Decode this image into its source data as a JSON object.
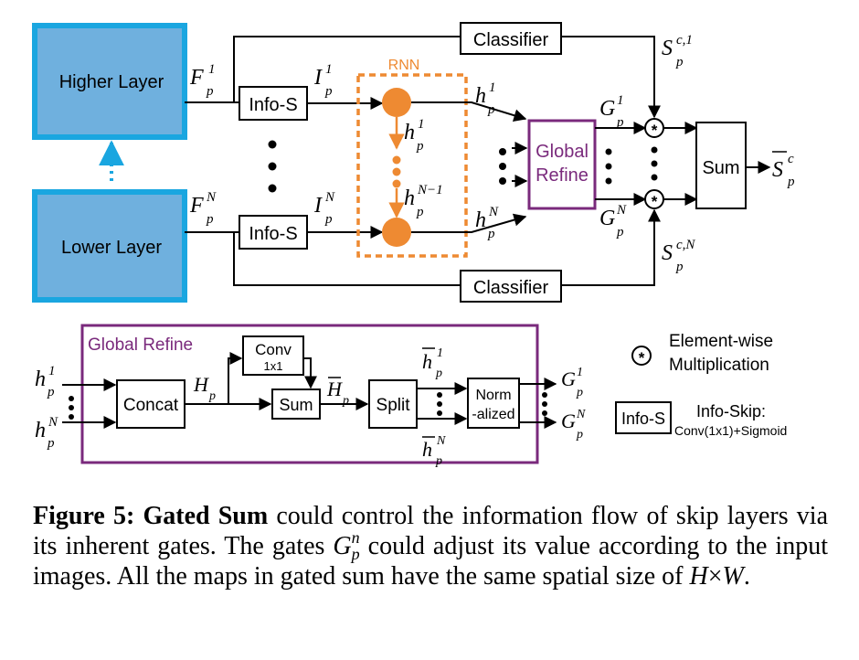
{
  "top": {
    "higher_layer": "Higher Layer",
    "lower_layer": "Lower Layer",
    "info_s": "Info-S",
    "classifier": "Classifier",
    "rnn": "RNN",
    "global_refine": [
      "Global",
      "Refine"
    ],
    "sum": "Sum",
    "labels": {
      "F": "F",
      "I": "I",
      "S": "S",
      "G": "G",
      "h": "h",
      "sup_1": "1",
      "sup_N": "N",
      "sup_N_1": "N−1",
      "sub_p": "p",
      "sup_c1": "c,1",
      "sup_cN": "c,N",
      "sup_c": "c",
      "multiply": "*"
    }
  },
  "bottom": {
    "title": "Global Refine",
    "concat": "Concat",
    "conv": [
      "Conv",
      "1x1"
    ],
    "sum": "Sum",
    "split": "Split",
    "normalized": [
      "Norm",
      "-alized"
    ],
    "H": "H",
    "legend": {
      "element_wise": [
        "Element-wise",
        "Multiplication"
      ],
      "info_s": "Info-S",
      "info_skip": "Info-Skip:",
      "info_skip_detail": "Conv(1x1)+Sigmoid"
    }
  },
  "caption": {
    "figure_label": "Figure 5:",
    "title": "Gated Sum",
    "text_a": " could control the information flow of skip layers via its inherent gates. The gates ",
    "var_G": "G",
    "var_n": "n",
    "var_p": "p",
    "text_b": " could adjust its value according to the input images. All the maps in gated sum have the same spatial size of ",
    "var_H": "H",
    "times": "×",
    "var_W": "W",
    "end": "."
  },
  "colors": {
    "layer_fill": "#6fb0de",
    "layer_border": "#1aa6e0",
    "rnn": "#ee8a32",
    "global_refine": "#7a2a7c",
    "line": "#000000"
  }
}
